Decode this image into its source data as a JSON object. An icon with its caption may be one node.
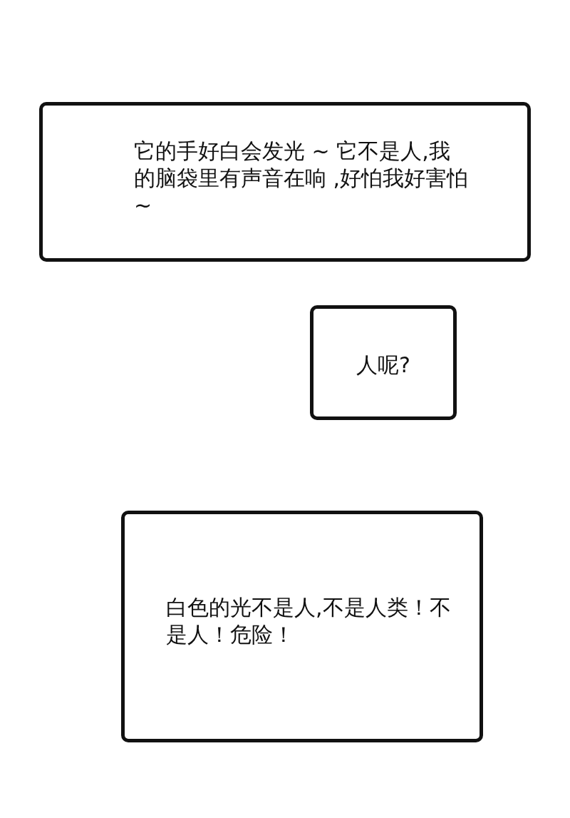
{
  "diagram": {
    "nodes": [
      {
        "text": [
          "它的手好白会发光 ~ 它不是人,我的脑袋里有声音在响 ,好怕我好害怕 ~"
        ]
      },
      {
        "text": [
          "人呢?"
        ]
      },
      {
        "text": [
          "白色的光不是人,不是人类！不是人！危险！"
        ]
      }
    ],
    "edges": []
  }
}
